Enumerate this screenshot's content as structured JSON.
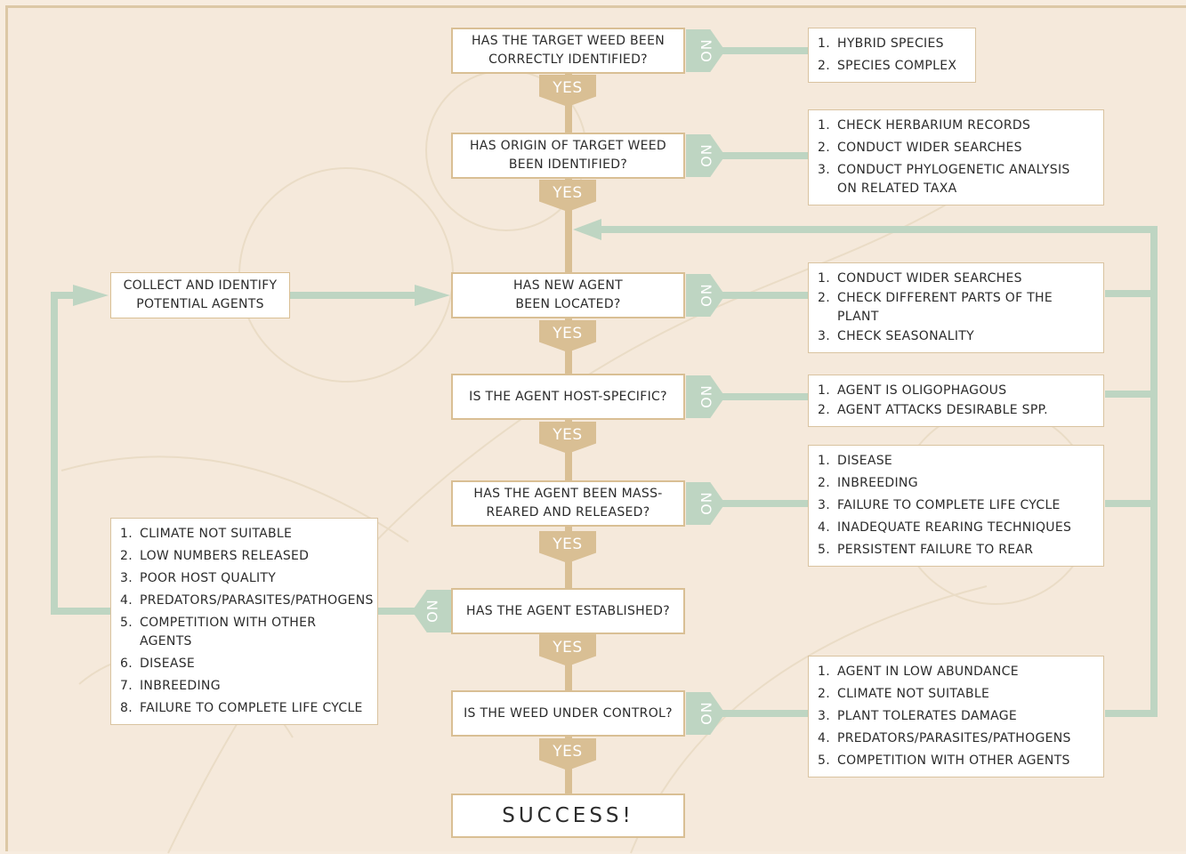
{
  "colors": {
    "background": "#f5e9db",
    "yes_marker": "#d9bf94",
    "no_marker": "#bed5c2",
    "flow_line_tan": "#d9bf94",
    "flow_line_green": "#bed5c2",
    "box_border": "#d9bf94"
  },
  "flowchart": {
    "questions": [
      {
        "text": "HAS THE TARGET WEED BEEN\nCORRECTLY IDENTIFIED?"
      },
      {
        "text": "HAS ORIGIN OF TARGET WEED\nBEEN IDENTIFIED?"
      },
      {
        "text": "HAS NEW AGENT\nBEEN LOCATED?"
      },
      {
        "text": "IS THE AGENT HOST-SPECIFIC?"
      },
      {
        "text": "HAS THE AGENT BEEN MASS-\nREARED AND RELEASED?"
      },
      {
        "text": "HAS THE AGENT ESTABLISHED?"
      },
      {
        "text": "IS THE WEED UNDER CONTROL?"
      }
    ],
    "success": "SUCCESS!",
    "yes_label": "YES",
    "no_label": "NO",
    "collect_box": "COLLECT AND IDENTIFY\nPOTENTIAL AGENTS",
    "reasons": [
      [
        {
          "num": "1.",
          "text": "HYBRID SPECIES"
        },
        {
          "num": "2.",
          "text": "SPECIES COMPLEX"
        }
      ],
      [
        {
          "num": "1.",
          "text": "CHECK HERBARIUM RECORDS"
        },
        {
          "num": "2.",
          "text": "CONDUCT WIDER SEARCHES"
        },
        {
          "num": "3.",
          "text": "CONDUCT PHYLOGENETIC ANALYSIS\nON RELATED TAXA"
        }
      ],
      [
        {
          "num": "1.",
          "text": "CONDUCT WIDER SEARCHES"
        },
        {
          "num": "2.",
          "text": "CHECK DIFFERENT PARTS OF THE PLANT"
        },
        {
          "num": "3.",
          "text": "CHECK SEASONALITY"
        }
      ],
      [
        {
          "num": "1.",
          "text": "AGENT IS OLIGOPHAGOUS"
        },
        {
          "num": "2.",
          "text": "AGENT ATTACKS DESIRABLE SPP."
        }
      ],
      [
        {
          "num": "1.",
          "text": "DISEASE"
        },
        {
          "num": "2.",
          "text": "INBREEDING"
        },
        {
          "num": "3.",
          "text": "FAILURE TO COMPLETE LIFE CYCLE"
        },
        {
          "num": "4.",
          "text": "INADEQUATE REARING TECHNIQUES"
        },
        {
          "num": "5.",
          "text": "PERSISTENT FAILURE TO REAR"
        }
      ],
      [
        {
          "num": "1.",
          "text": "CLIMATE NOT SUITABLE"
        },
        {
          "num": "2.",
          "text": "LOW NUMBERS RELEASED"
        },
        {
          "num": "3.",
          "text": "POOR HOST QUALITY"
        },
        {
          "num": "4.",
          "text": "PREDATORS/PARASITES/PATHOGENS"
        },
        {
          "num": "5.",
          "text": "COMPETITION WITH OTHER AGENTS"
        },
        {
          "num": "6.",
          "text": "DISEASE"
        },
        {
          "num": "7.",
          "text": "INBREEDING"
        },
        {
          "num": "8.",
          "text": "FAILURE TO COMPLETE LIFE CYCLE"
        }
      ],
      [
        {
          "num": "1.",
          "text": "AGENT IN LOW ABUNDANCE"
        },
        {
          "num": "2.",
          "text": "CLIMATE NOT SUITABLE"
        },
        {
          "num": "3.",
          "text": "PLANT TOLERATES DAMAGE"
        },
        {
          "num": "4.",
          "text": "PREDATORS/PARASITES/PATHOGENS"
        },
        {
          "num": "5.",
          "text": "COMPETITION WITH OTHER AGENTS"
        }
      ]
    ]
  }
}
